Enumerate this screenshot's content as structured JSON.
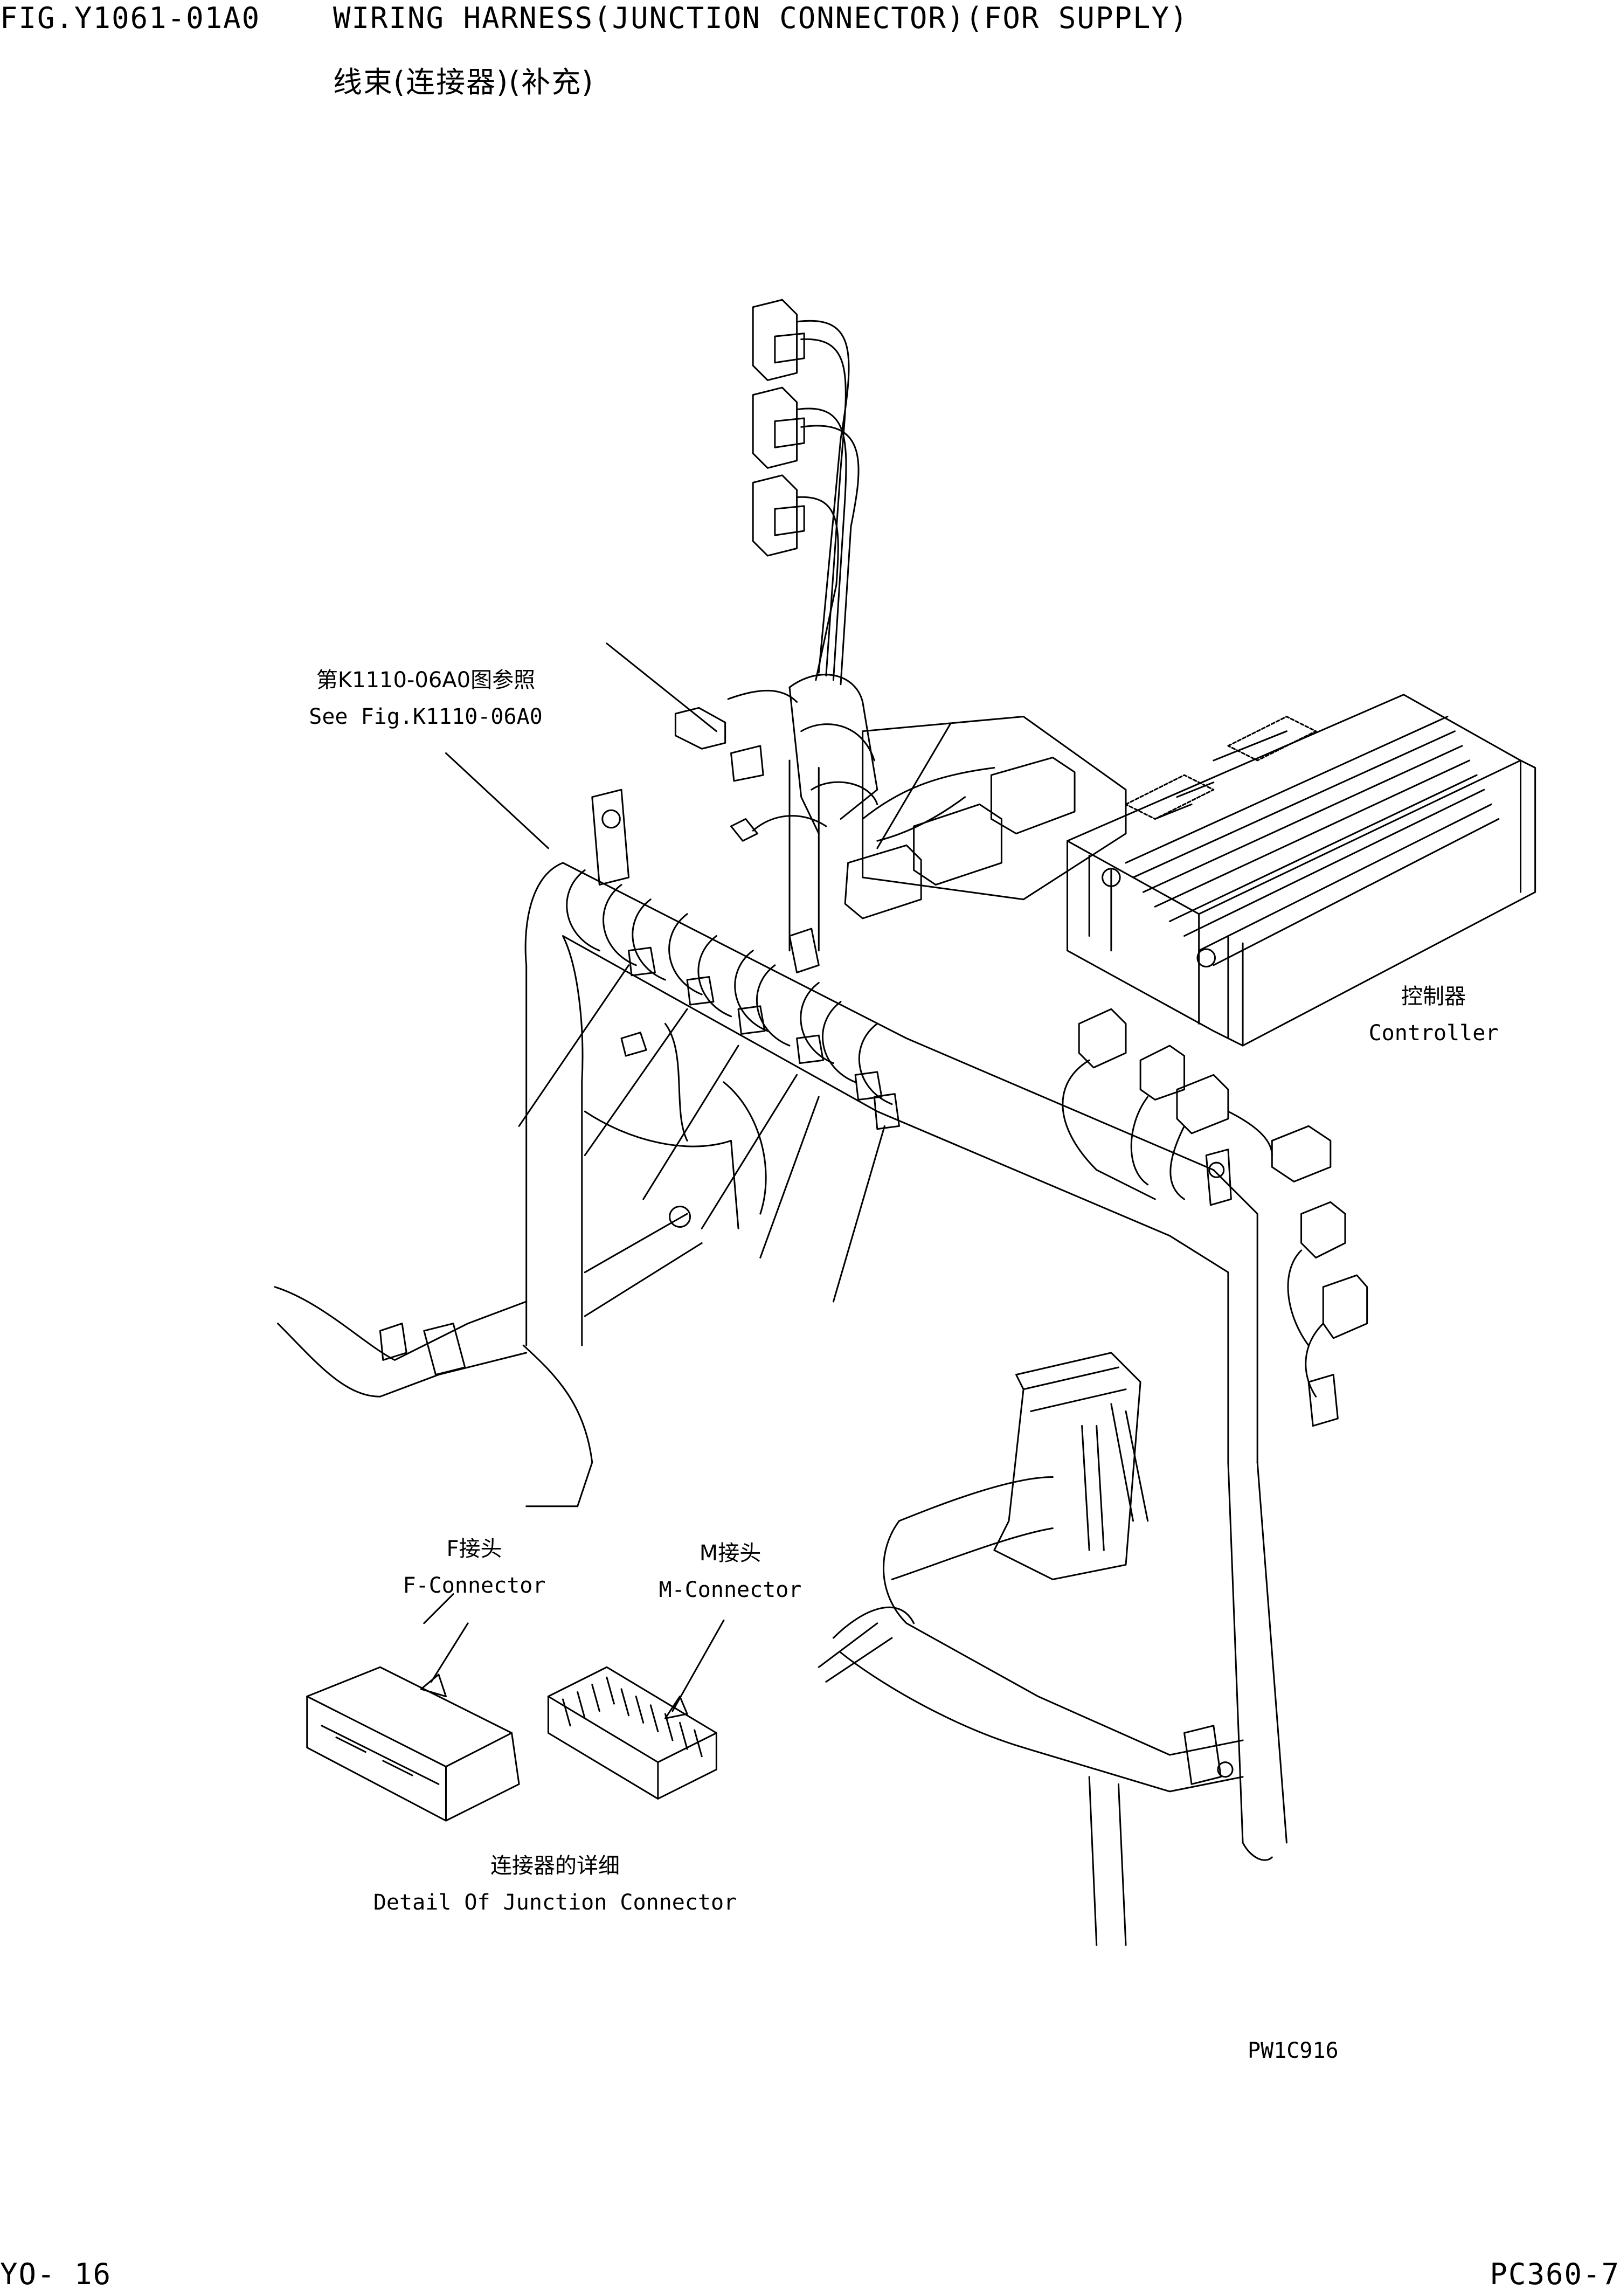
{
  "header": {
    "fig_number": "FIG.Y1061-01A0",
    "title_en": "WIRING HARNESS(JUNCTION CONNECTOR)(FOR SUPPLY)",
    "title_cn": "线束(连接器)(补充)"
  },
  "callouts": {
    "ref": {
      "cn": "第K1110-06A0图参照",
      "en": "See Fig.K1110-06A0"
    },
    "controller": {
      "cn": "控制器",
      "en": "Controller"
    },
    "f_connector": {
      "cn": "F接头",
      "en": "F-Connector"
    },
    "m_connector": {
      "cn": "M接头",
      "en": "M-Connector"
    },
    "detail": {
      "cn": "连接器的详细",
      "en": "Detail Of Junction Connector"
    }
  },
  "drawing_code": "PW1C916",
  "footer": {
    "page": "YO-  16",
    "model": "PC360-7"
  }
}
